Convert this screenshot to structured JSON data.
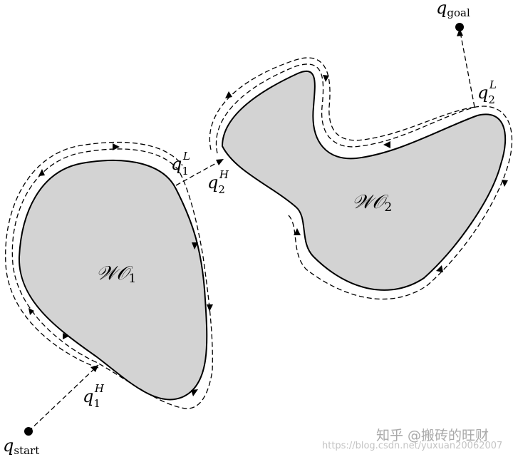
{
  "points": {
    "start": {
      "sym": "q",
      "sub": "start"
    },
    "goal": {
      "sym": "q",
      "sub": "goal"
    },
    "hit1": {
      "sym": "q",
      "sub": "1",
      "sup": "H"
    },
    "leave1": {
      "sym": "q",
      "sub": "1",
      "sup": "L"
    },
    "hit2": {
      "sym": "q",
      "sub": "2",
      "sup": "H"
    },
    "leave2": {
      "sym": "q",
      "sub": "2",
      "sup": "L"
    }
  },
  "obstacles": [
    {
      "main": "𝒲𝒪",
      "sub": "1"
    },
    {
      "main": "𝒲𝒪",
      "sub": "2"
    }
  ],
  "watermark": {
    "brand": "知乎 @搬砖的旺财",
    "url": "https://blog.csdn.net/yuxuan20062007"
  }
}
